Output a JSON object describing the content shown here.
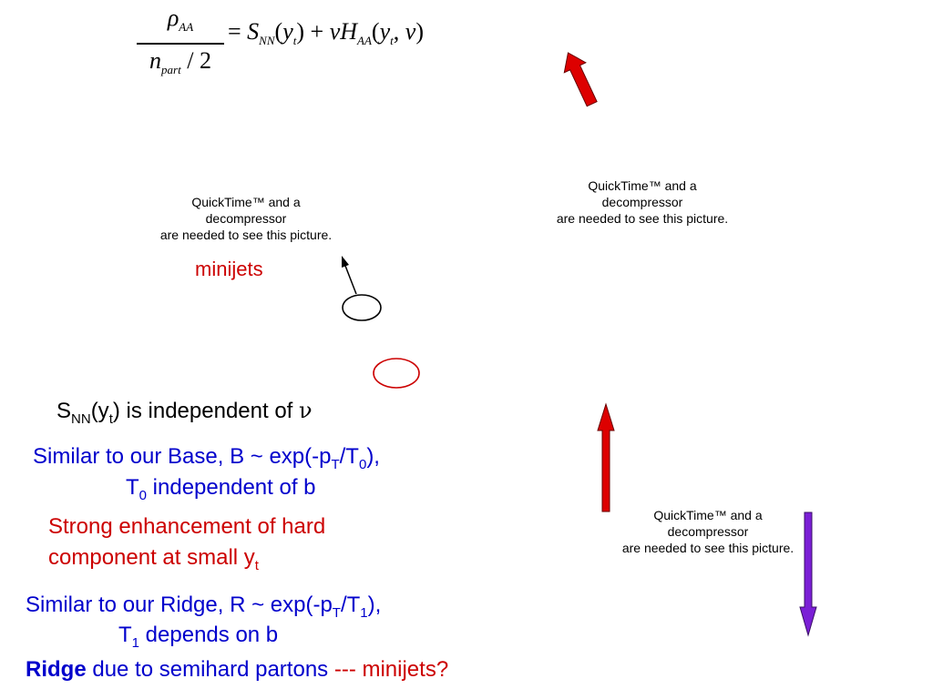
{
  "formula": {
    "num_sym": "ρ",
    "num_sub": "AA",
    "den_sym": "n",
    "den_sub": "part",
    "den_rest": "/ 2",
    "eq": "= ",
    "s": "S",
    "s_sub": "NN",
    "open1": "(",
    "yt": "y",
    "yt_sub": "t",
    "close1": ")",
    "plus": " + ",
    "nu": "ν",
    "h": "H",
    "h_sub": "AA",
    "open2": "(",
    "yt2": "y",
    "yt2_sub": "t",
    "comma": ", ",
    "nu2": "ν",
    "close2": ")"
  },
  "placeholders": [
    {
      "line1": "QuickTime™ and a",
      "line2": "decompressor",
      "line3": "are needed to see this picture."
    },
    {
      "line1": "QuickTime™ and a",
      "line2": "decompressor",
      "line3": "are needed to see this picture."
    },
    {
      "line1": "QuickTime™ and a",
      "line2": "decompressor",
      "line3": "are needed to see this picture."
    }
  ],
  "minijets_label": "minijets",
  "statement": {
    "s": "S",
    "s_sub": "NN",
    "mid": "(y",
    "mid_sub": "t",
    "rest": ") is independent of ",
    "nu": "ν"
  },
  "base": {
    "l1a": "Similar to our Base, B ~ exp(-p",
    "l1_sub1": "T",
    "l1b": "/T",
    "l1_sub2": "0",
    "l1c": "),",
    "l2a": "T",
    "l2_sub": "0",
    "l2b": " independent of b"
  },
  "hard": {
    "l1": "Strong enhancement of hard",
    "l2a": "component at small y",
    "l2_sub": "t"
  },
  "ridge": {
    "l1a": "Similar to our Ridge, R ~ exp(-p",
    "l1_sub1": "T",
    "l1b": "/T",
    "l1_sub2": "1",
    "l1c": "),",
    "l2a": "T",
    "l2_sub": "1",
    "l2b": " depends on b"
  },
  "conclusion": {
    "bold": "Ridge",
    "mid": " due to semihard partons ",
    "red": "--- minijets?"
  },
  "colors": {
    "red": "#cc0000",
    "blue": "#0000cc",
    "purple": "#7b1fd6"
  }
}
